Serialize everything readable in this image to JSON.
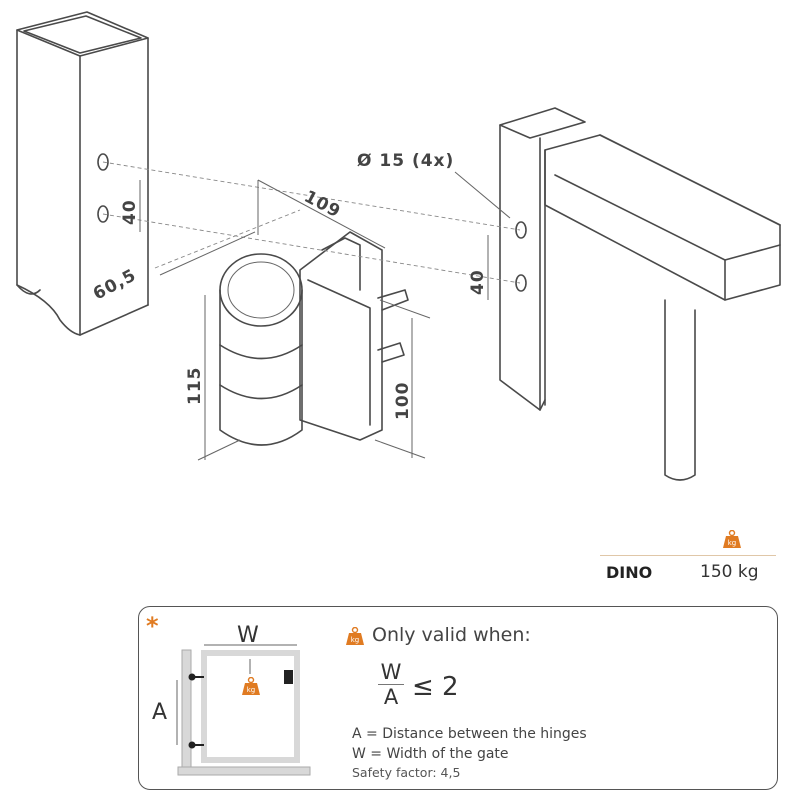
{
  "dimensions": {
    "hole_spacing_left": "40",
    "post_width": "60,5",
    "hinge_depth": "109",
    "hole_diameter": "Ø 15 (4x)",
    "hole_spacing_right": "40",
    "cylinder_height": "115",
    "plate_height": "100"
  },
  "load_table": {
    "icon": "kg-weight-icon",
    "icon_label": "kg",
    "model": "DINO",
    "max_load": "150 kg"
  },
  "note": {
    "asterisk": "*",
    "width_label": "W",
    "distance_label": "A",
    "condition_title": "Only valid when:",
    "formula_numerator": "W",
    "formula_denominator": "A",
    "formula_operator": "≤ 2",
    "def_a": "A  = Distance between the hinges",
    "def_w": "W = Width of the gate",
    "safety_factor": "Safety factor: 4,5"
  },
  "colors": {
    "accent": "#e07b22",
    "frame": "#d8d8d8"
  }
}
